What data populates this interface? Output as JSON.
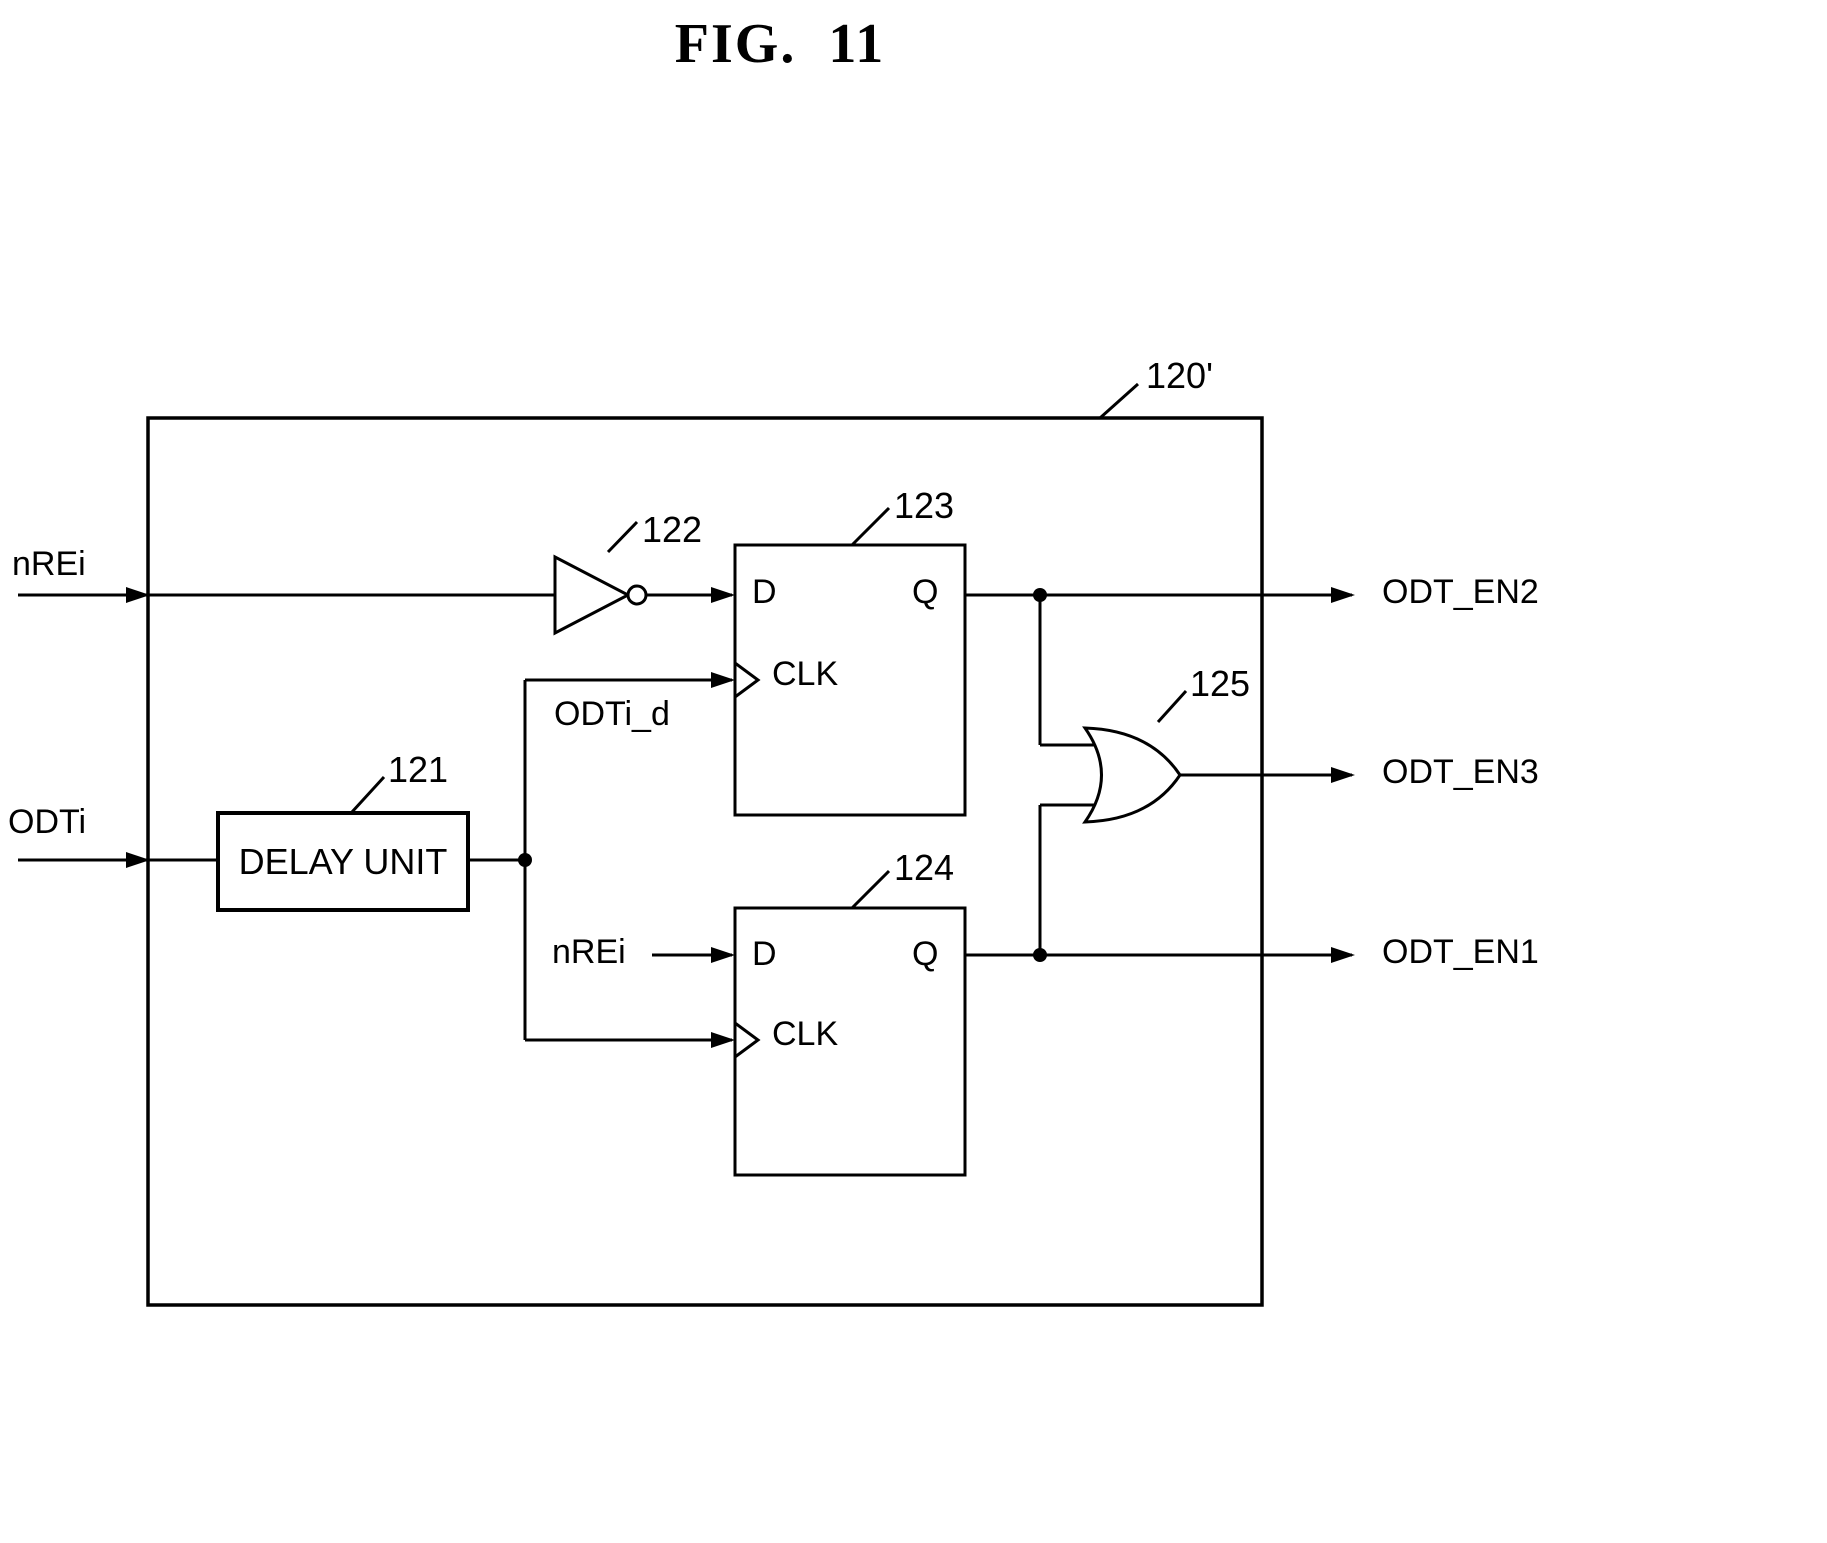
{
  "figure": {
    "title": "FIG.  11"
  },
  "diagram": {
    "outer_block": {
      "ref": "120'"
    },
    "inputs": {
      "nrei": "nREi",
      "odti": "ODTi"
    },
    "outputs": {
      "en2": "ODT_EN2",
      "en3": "ODT_EN3",
      "en1": "ODT_EN1"
    },
    "delay_unit": {
      "label": "DELAY UNIT",
      "ref": "121"
    },
    "inverter": {
      "ref": "122"
    },
    "ff1": {
      "ref": "123",
      "d": "D",
      "q": "Q",
      "clk": "CLK"
    },
    "ff2": {
      "ref": "124",
      "d": "D",
      "q": "Q",
      "clk": "CLK",
      "d_input": "nREi"
    },
    "or_gate": {
      "ref": "125"
    },
    "signals": {
      "odti_d": "ODTi_d"
    },
    "colors": {
      "line": "#000000",
      "background": "#ffffff"
    }
  }
}
